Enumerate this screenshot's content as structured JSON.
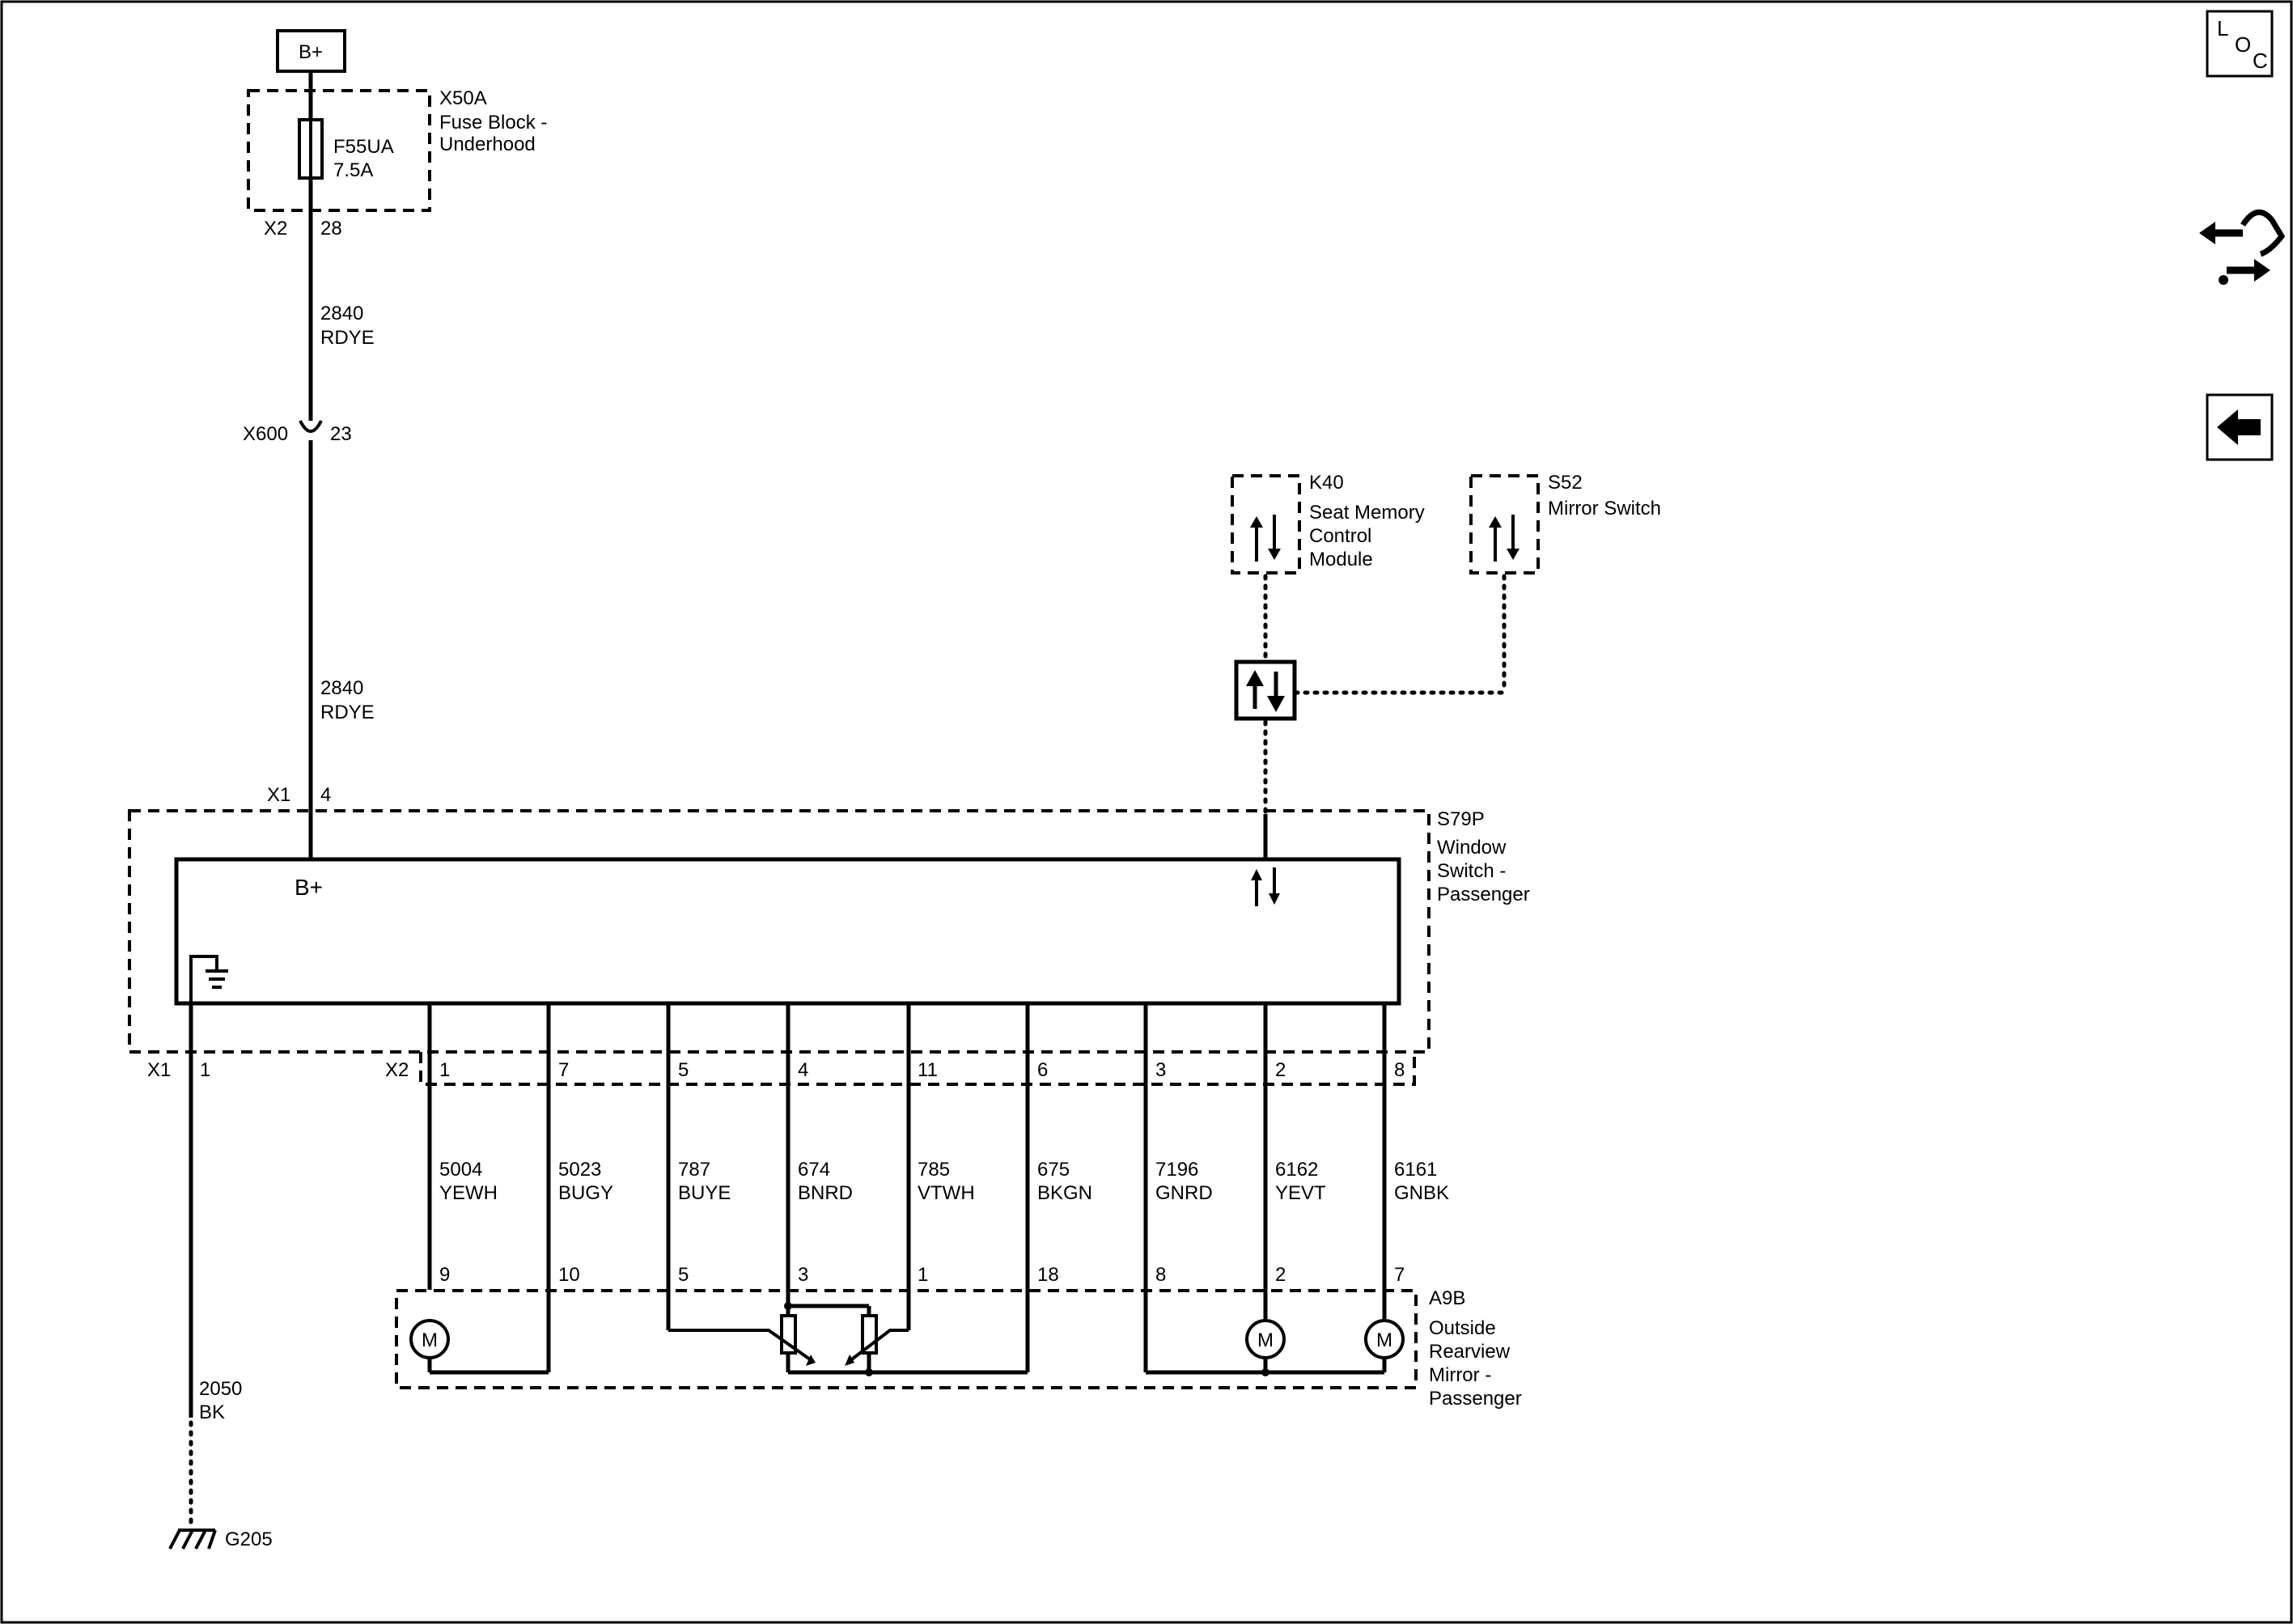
{
  "supply": {
    "label": "B+"
  },
  "fuse_block": {
    "ref": "X50A",
    "name_lines": [
      "Fuse Block -",
      "Underhood"
    ],
    "fuse_id": "F55UA",
    "fuse_rating": "7.5A",
    "connector": "X2",
    "pin": "28"
  },
  "wire_2840_upper": {
    "circuit": "2840",
    "color": "RDYE"
  },
  "inline_connector": {
    "ref": "X600",
    "pin": "23"
  },
  "wire_2840_lower": {
    "circuit": "2840",
    "color": "RDYE"
  },
  "k40": {
    "ref": "K40",
    "name_lines": [
      "Seat Memory",
      "Control",
      "Module"
    ]
  },
  "s52": {
    "ref": "S52",
    "name_lines": [
      "Mirror Switch"
    ]
  },
  "window_switch": {
    "ref": "S79P",
    "name_lines": [
      "Window",
      "Switch -",
      "Passenger"
    ],
    "b_plus_label": "B+",
    "x1_connector": "X1",
    "x1_pin_top": "4",
    "x1_pin_bottom": "1",
    "x2_connector": "X2"
  },
  "ground_wire": {
    "circuit": "2050",
    "color": "BK",
    "ground_ref": "G205"
  },
  "harness": [
    {
      "switch_pin": "1",
      "circuit": "5004",
      "color": "YEWH",
      "mirror_pin": "9"
    },
    {
      "switch_pin": "7",
      "circuit": "5023",
      "color": "BUGY",
      "mirror_pin": "10"
    },
    {
      "switch_pin": "5",
      "circuit": "787",
      "color": "BUYE",
      "mirror_pin": "5"
    },
    {
      "switch_pin": "4",
      "circuit": "674",
      "color": "BNRD",
      "mirror_pin": "3"
    },
    {
      "switch_pin": "11",
      "circuit": "785",
      "color": "VTWH",
      "mirror_pin": "1"
    },
    {
      "switch_pin": "6",
      "circuit": "675",
      "color": "BKGN",
      "mirror_pin": "18"
    },
    {
      "switch_pin": "3",
      "circuit": "7196",
      "color": "GNRD",
      "mirror_pin": "8"
    },
    {
      "switch_pin": "2",
      "circuit": "6162",
      "color": "YEVT",
      "mirror_pin": "2"
    },
    {
      "switch_pin": "8",
      "circuit": "6161",
      "color": "GNBK",
      "mirror_pin": "7"
    }
  ],
  "mirror": {
    "ref": "A9B",
    "name_lines": [
      "Outside",
      "Rearview",
      "Mirror -",
      "Passenger"
    ],
    "motor_label": "M"
  },
  "sidebar": {
    "loc_letters": [
      "L",
      "O",
      "C"
    ]
  }
}
